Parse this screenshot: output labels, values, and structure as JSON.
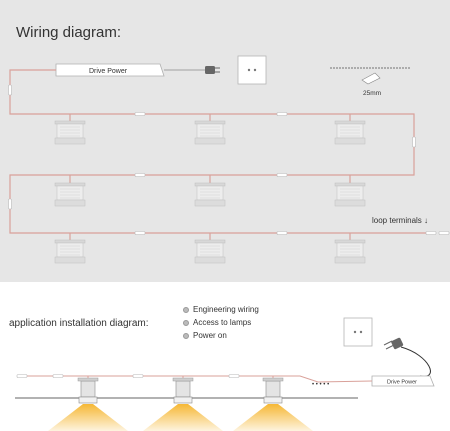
{
  "wiring_diagram": {
    "title": "Wiring diagram:",
    "drive_power_label": "Drive Power",
    "cutout_label": "25mm",
    "loop_terminals_label": "loop terminals ↓"
  },
  "application": {
    "title": "application installation diagram:",
    "legend": [
      "Engineering wiring",
      "Access to lamps",
      "Power on"
    ],
    "drive_power_label": "Drive Power",
    "continuation": "• • • • •"
  },
  "colors": {
    "top_background": "#e6e6e6",
    "wire": "#d9a19a",
    "light_beam": "#f5b42a"
  }
}
